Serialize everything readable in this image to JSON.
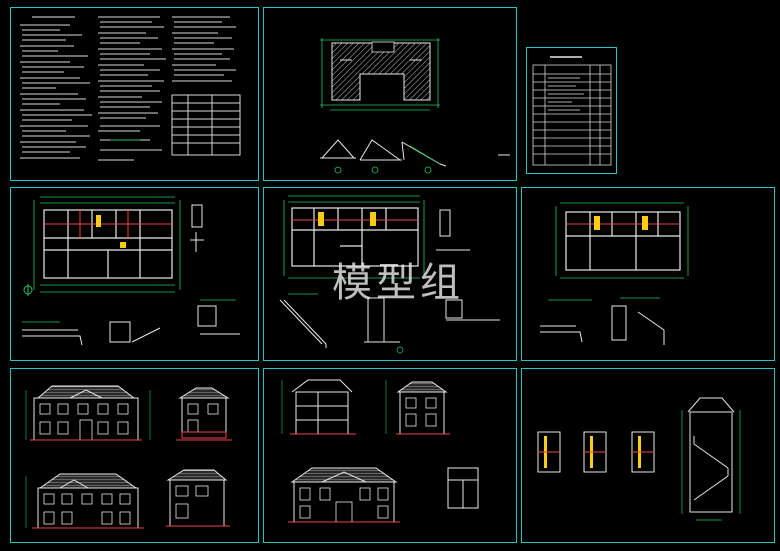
{
  "watermark": "模型组",
  "colors": {
    "frame": "#1fc6c6",
    "line": "#e8e8e8",
    "dim": "#22c55e",
    "roof": "#e8e8e8",
    "accent": "#ef4444",
    "yellow": "#facc15",
    "bg": "#000000"
  },
  "sheets": [
    {
      "id": "design-notes"
    },
    {
      "id": "roof-plan"
    },
    {
      "id": "drawing-index"
    },
    {
      "id": "floor-plan-1"
    },
    {
      "id": "floor-plan-2"
    },
    {
      "id": "floor-plan-3"
    },
    {
      "id": "elevations-front"
    },
    {
      "id": "sections-elevations"
    },
    {
      "id": "stair-details"
    }
  ]
}
